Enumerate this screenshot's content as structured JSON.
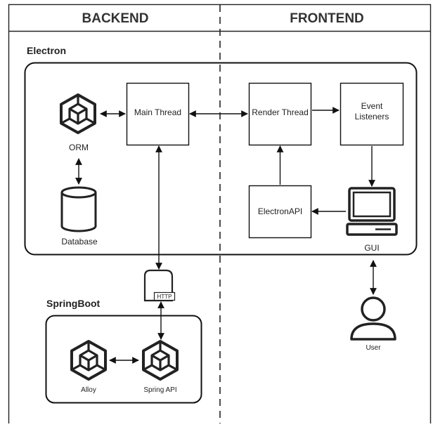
{
  "columns": {
    "backend": "BACKEND",
    "frontend": "FRONTEND"
  },
  "groups": {
    "electron": "Electron",
    "springboot": "SpringBoot"
  },
  "nodes": {
    "orm": "ORM",
    "database": "Database",
    "main_thread": "Main Thread",
    "render_thread": "Render Thread",
    "event_listeners_line1": "Event",
    "event_listeners_line2": "Listeners",
    "electron_api": "ElectronAPI",
    "gui": "GUI",
    "http": "HTTP",
    "alloy": "Alloy",
    "spring_api": "Spring API",
    "user": "User"
  },
  "icons": {
    "orm": "cube-icon",
    "database": "database-cylinder-icon",
    "gui": "monitor-icon",
    "http": "http-document-icon",
    "alloy": "cube-icon",
    "spring_api": "cube-icon",
    "user": "user-icon"
  }
}
